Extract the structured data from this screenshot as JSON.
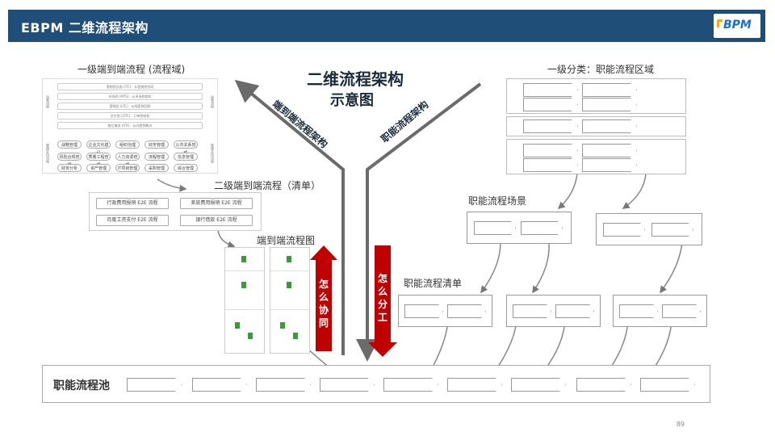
{
  "header": {
    "title": "EBPM  二维流程架构",
    "logo_text": "BPM"
  },
  "center_title": {
    "line1": "二维流程架构",
    "line2": "示意图"
  },
  "arrows": {
    "left": "端到端流程架构",
    "right": "职能流程架构"
  },
  "left": {
    "e2e_domain_title": "一级端到端流程 (流程域)",
    "e2e_list_title": "二级端到端流程（清单）",
    "e2e_diagram_title": "端到端流程图",
    "domain_side_top": "运营流程",
    "domain_side_bottom": "管理支持流程",
    "domain_rows": [
      "营销到交易 (ITC)：从营销到合同",
      "市场到 (MTS)：从市场到商机",
      "营销到 (LTC)：从线索到回款",
      "交付到 (OTC)：订单到收款",
      "售后服务 (ITR)：从问题到解决"
    ],
    "domain_cells": [
      "战略管理",
      "企业文化建设",
      "组织治理",
      "财务管理",
      "公共关系管理",
      "风险合规管理",
      "质量工程管理",
      "人力资源管理",
      "流程管理",
      "信息管理",
      "财务分析",
      "资产管理",
      "IT项目管理",
      "采购管理",
      "综合管理"
    ],
    "e2e_list": [
      "行政费用报销 E2E 流程",
      "差旅费用报销 E2E 流程",
      "月度工资支付 E2E 流程",
      "银行借款 E2E 流程"
    ]
  },
  "right": {
    "func_region_title": "一级分类：职能流程区域",
    "func_scene_title": "职能流程场景",
    "func_list_title": "职能流程清单"
  },
  "red": {
    "up": "怎么协同",
    "down": "怎么分工"
  },
  "pool": {
    "label": "职能流程池"
  },
  "page_number": "89",
  "colors": {
    "header": "#1f4e79",
    "red": "#c00000",
    "arrow": "#6b6b6b"
  }
}
